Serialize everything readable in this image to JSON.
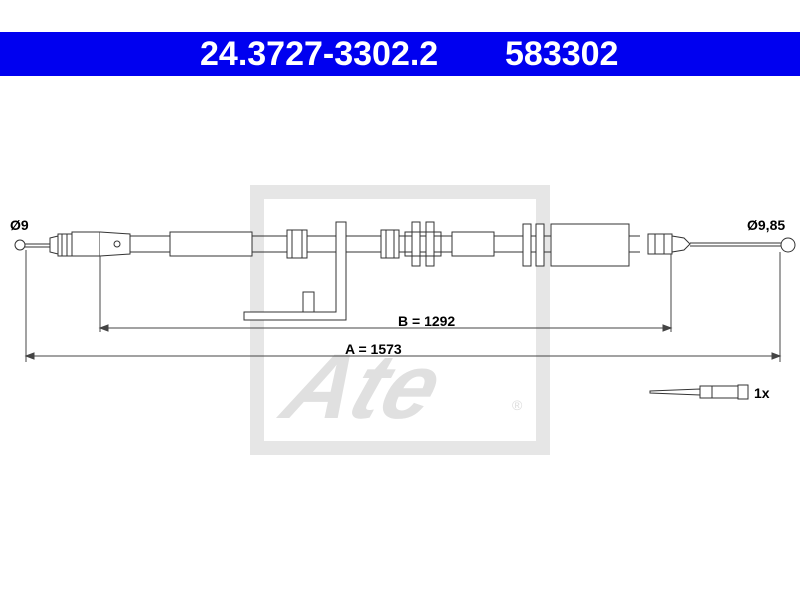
{
  "header": {
    "part_number": "24.3727-3302.2",
    "ref_number": "583302",
    "background": "#0000f0",
    "text_color": "#ffffff"
  },
  "dimensions": {
    "left_diameter": "Ø9",
    "right_diameter": "Ø9,85",
    "b_label": "B = 1292",
    "a_label": "A = 1573"
  },
  "accessory": {
    "quantity": "1x",
    "icon": "cable-tie-icon"
  },
  "watermark": {
    "logo_text": "Ate",
    "registered": "®",
    "color": "#e0e0e0"
  }
}
